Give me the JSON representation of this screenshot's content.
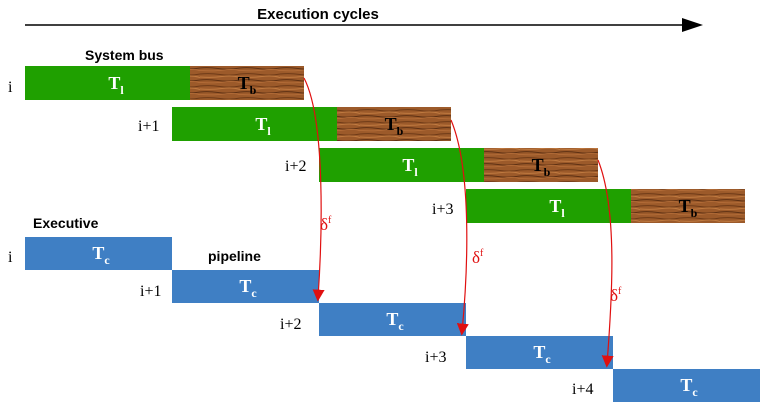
{
  "header": {
    "title": "Execution cycles"
  },
  "bus": {
    "heading": "System bus",
    "rows": [
      {
        "index": "i",
        "t_main": "T",
        "t_main_sub": "l",
        "t_bus": "T",
        "t_bus_sub": "b"
      },
      {
        "index": "i+1",
        "t_main": "T",
        "t_main_sub": "l",
        "t_bus": "T",
        "t_bus_sub": "b"
      },
      {
        "index": "i+2",
        "t_main": "T",
        "t_main_sub": "l",
        "t_bus": "T",
        "t_bus_sub": "b"
      },
      {
        "index": "i+3",
        "t_main": "T",
        "t_main_sub": "l",
        "t_bus": "T",
        "t_bus_sub": "b"
      }
    ]
  },
  "executive": {
    "heading": "Executive",
    "subheading": "pipeline",
    "rows": [
      {
        "index": "i",
        "label": "T",
        "sub": "c"
      },
      {
        "index": "i+1",
        "label": "T",
        "sub": "c"
      },
      {
        "index": "i+2",
        "label": "T",
        "sub": "c"
      },
      {
        "index": "i+3",
        "label": "T",
        "sub": "c"
      },
      {
        "index": "i+4",
        "label": "T",
        "sub": "c"
      }
    ]
  },
  "delays": [
    {
      "symbol": "δ",
      "sup": "f"
    },
    {
      "symbol": "δ",
      "sup": "f"
    },
    {
      "symbol": "δ",
      "sup": "f"
    }
  ],
  "colors": {
    "bus_green": "#1fa000",
    "bus_wood": "#a05a2c",
    "exec_blue": "#3f7fc4",
    "arrow_red": "#e01010",
    "text_black": "#000000"
  }
}
